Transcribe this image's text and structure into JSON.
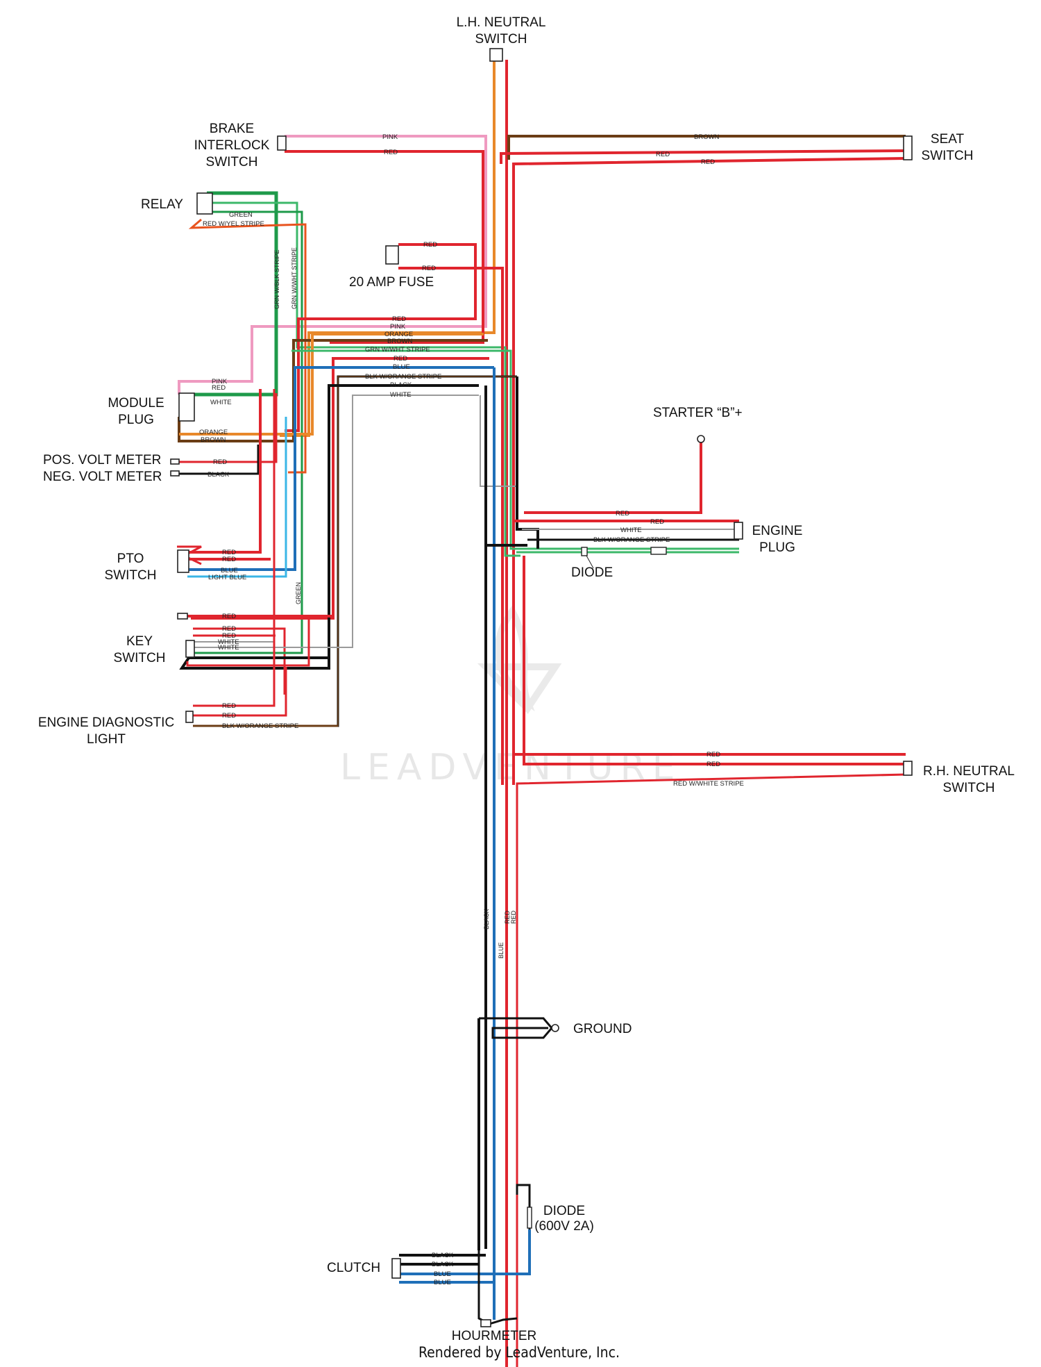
{
  "colors": {
    "red": "#e0252e",
    "pink": "#ef9ac0",
    "orange": "#e8882a",
    "brown": "#6b3d15",
    "green": "#1e9a4a",
    "green_light": "#3cb86a",
    "blue": "#1f6fb8",
    "light_blue": "#3ab6e6",
    "black": "#111111",
    "white_wire": "#9a9a9a",
    "red_yellow": "#e8531e"
  },
  "components": {
    "lh_neutral_switch": [
      "L.H. NEUTRAL",
      "SWITCH"
    ],
    "brake_interlock_switch": [
      "BRAKE",
      "INTERLOCK",
      "SWITCH"
    ],
    "seat_switch": [
      "SEAT",
      "SWITCH"
    ],
    "relay": "RELAY",
    "fuse": "20 AMP FUSE",
    "module_plug": [
      "MODULE",
      "PLUG"
    ],
    "pos_volt_meter": "POS. VOLT METER",
    "neg_volt_meter": "NEG. VOLT METER",
    "starter": "STARTER “B”+",
    "engine_plug": [
      "ENGINE",
      "PLUG"
    ],
    "diode_engine": "DIODE",
    "pto_switch": [
      "PTO",
      "SWITCH"
    ],
    "key_switch": [
      "KEY",
      "SWITCH"
    ],
    "engine_diagnostic_light": [
      "ENGINE DIAGNOSTIC",
      "LIGHT"
    ],
    "rh_neutral_switch": [
      "R.H. NEUTRAL",
      "SWITCH"
    ],
    "ground": "GROUND",
    "diode_clutch": [
      "DIODE",
      "(600V 2A)"
    ],
    "clutch": "CLUTCH",
    "hourmeter": "HOURMETER"
  },
  "wire_labels": {
    "pink": "PINK",
    "red": "RED",
    "brown": "BROWN",
    "green": "GREEN",
    "red_yel": "RED W/YEL STRIPE",
    "grn_blk": "GRN W/BLK STRIPE",
    "grn_wht": "GRN W/WHT STRIPE",
    "orange": "ORANGE",
    "blue": "BLUE",
    "blk_orange": "BLK W/ORANGE STRIPE",
    "black": "BLACK",
    "white": "WHITE",
    "light_blue": "LIGHT BLUE",
    "red_white": "RED W/WHITE STRIPE"
  },
  "watermark": "LEADVENTURE",
  "credit": "Rendered by LeadVenture, Inc."
}
